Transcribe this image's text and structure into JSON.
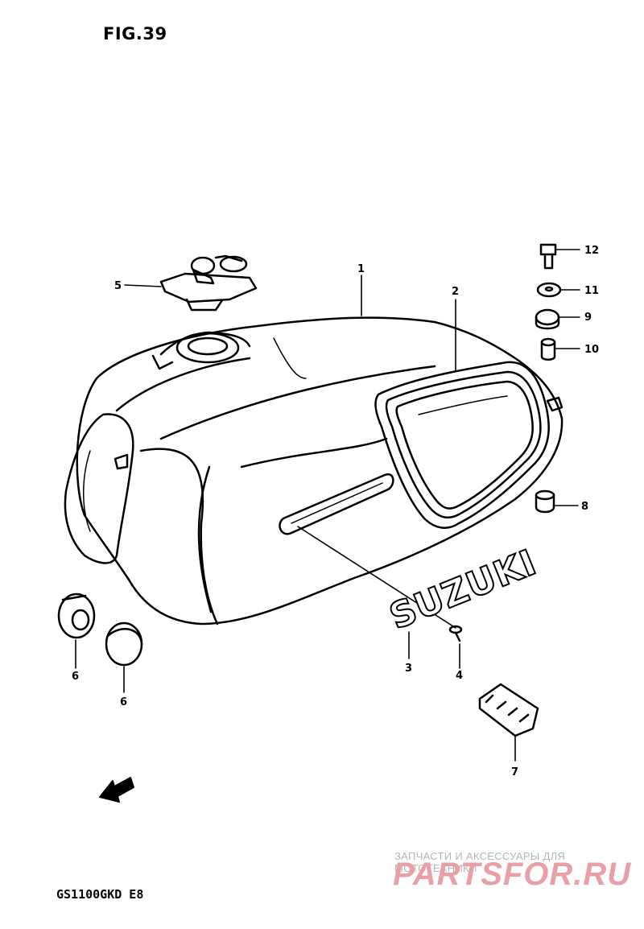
{
  "figure": {
    "title": "FIG.39",
    "model_code": "GS1100GKD E8"
  },
  "emblem": {
    "text": "SUZUKI"
  },
  "watermark": {
    "tagline": "ЗАПЧАСТИ И АКСЕССУАРЫ ДЛЯ МОТОТЕХНИКИ",
    "brand_part1": "PARTS",
    "brand_part2": "FOR.RU",
    "color_primary": "#e8a0a6",
    "color_secondary": "#b5b5b5"
  },
  "labels": {
    "p1": "1",
    "p2": "2",
    "p3": "3",
    "p4": "4",
    "p5": "5",
    "p6a": "6",
    "p6b": "6",
    "p7": "7",
    "p8": "8",
    "p9": "9",
    "p10": "10",
    "p11": "11",
    "p12": "12"
  },
  "icons": {
    "direction_arrow": "arrow-left-icon"
  }
}
